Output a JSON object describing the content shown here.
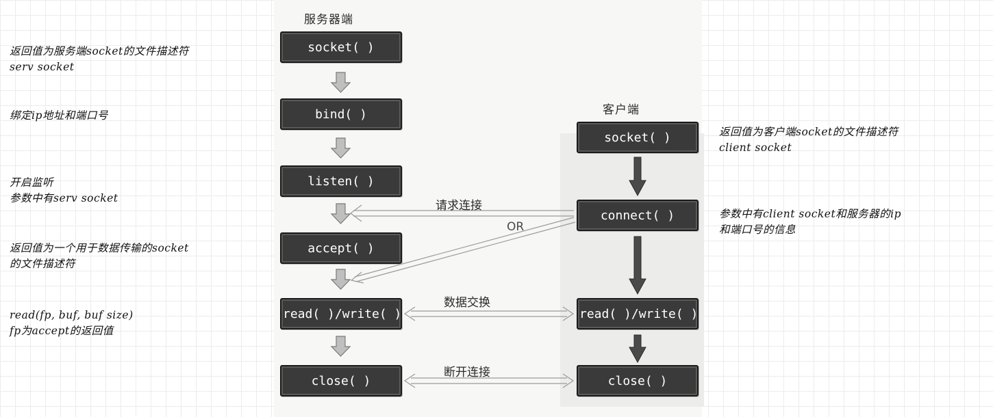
{
  "server": {
    "title": "服务器端",
    "steps": [
      "socket( )",
      "bind( )",
      "listen( )",
      "accept( )",
      "read( )/write( )",
      "close( )"
    ]
  },
  "client": {
    "title": "客户端",
    "steps": [
      "socket( )",
      "connect( )",
      "read( )/write( )",
      "close( )"
    ]
  },
  "messages": {
    "request": "请求连接",
    "or": "OR",
    "exchange": "数据交换",
    "disconnect": "断开连接"
  },
  "left_notes": {
    "socket": [
      "返回值为服务端socket的文件描述符",
      "serv socket"
    ],
    "bind": [
      "绑定ip地址和端口号"
    ],
    "listen": [
      "开启监听",
      "参数中有serv socket"
    ],
    "accept": [
      "返回值为一个用于数据传输的socket",
      "的文件描述符"
    ],
    "read": [
      "read(fp, buf, buf size)",
      "fp为accept的返回值"
    ]
  },
  "right_notes": {
    "socket": [
      "返回值为客户端socket的文件描述符",
      "client socket"
    ],
    "connect": [
      "参数中有client socket和服务器的ip",
      "和端口号的信息"
    ]
  },
  "colors": {
    "box_fill": "#3a3a3a",
    "box_text": "#ffffff",
    "gray_arrow": "#9a9a9a",
    "dark_arrow": "#4a4a4a"
  }
}
